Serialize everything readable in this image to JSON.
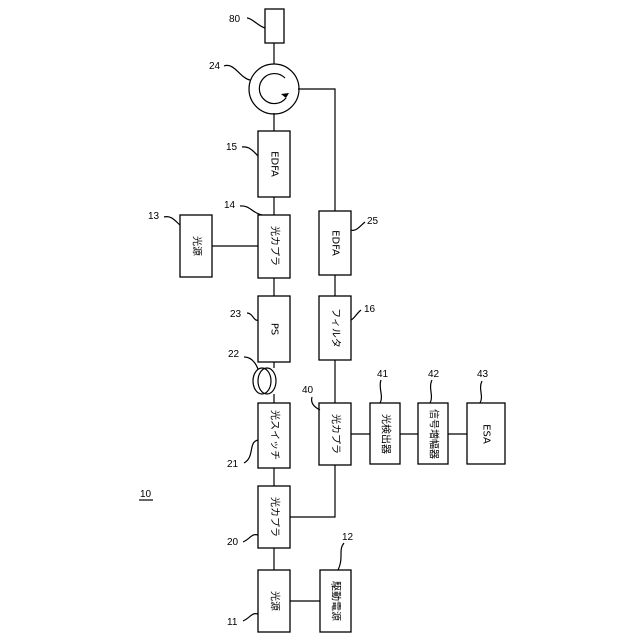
{
  "figure_number": "10",
  "blocks": [
    {
      "id": "light-source-11",
      "label": "光源",
      "ref": "11"
    },
    {
      "id": "optical-coupler-20",
      "label": "光カプラ",
      "ref": "20"
    },
    {
      "id": "optical-switch-21",
      "label": "光スイッチ",
      "ref": "21"
    },
    {
      "id": "ps-23",
      "label": "PS",
      "ref": "23"
    },
    {
      "id": "optical-coupler-14",
      "label": "光カプラ",
      "ref": "14"
    },
    {
      "id": "edfa-15",
      "label": "EDFA",
      "ref": "15"
    },
    {
      "id": "light-source-13",
      "label": "光源",
      "ref": "13"
    },
    {
      "id": "drive-power-12",
      "label": "駆動電源",
      "ref": "12"
    },
    {
      "id": "optical-coupler-40",
      "label": "光カプラ",
      "ref": "40"
    },
    {
      "id": "filter-16",
      "label": "フィルタ",
      "ref": "16"
    },
    {
      "id": "edfa-25",
      "label": "EDFA",
      "ref": "25"
    },
    {
      "id": "photodetector-41",
      "label": "光検出器",
      "ref": "41"
    },
    {
      "id": "signal-amplifier-42",
      "label": "信号増幅器",
      "ref": "42"
    },
    {
      "id": "esa-43",
      "label": "ESA",
      "ref": "43"
    },
    {
      "id": "fiber-80",
      "label": "",
      "ref": "80"
    }
  ],
  "components": [
    {
      "id": "fiber-coil-22",
      "ref": "22"
    },
    {
      "id": "circulator-24",
      "ref": "24"
    }
  ]
}
